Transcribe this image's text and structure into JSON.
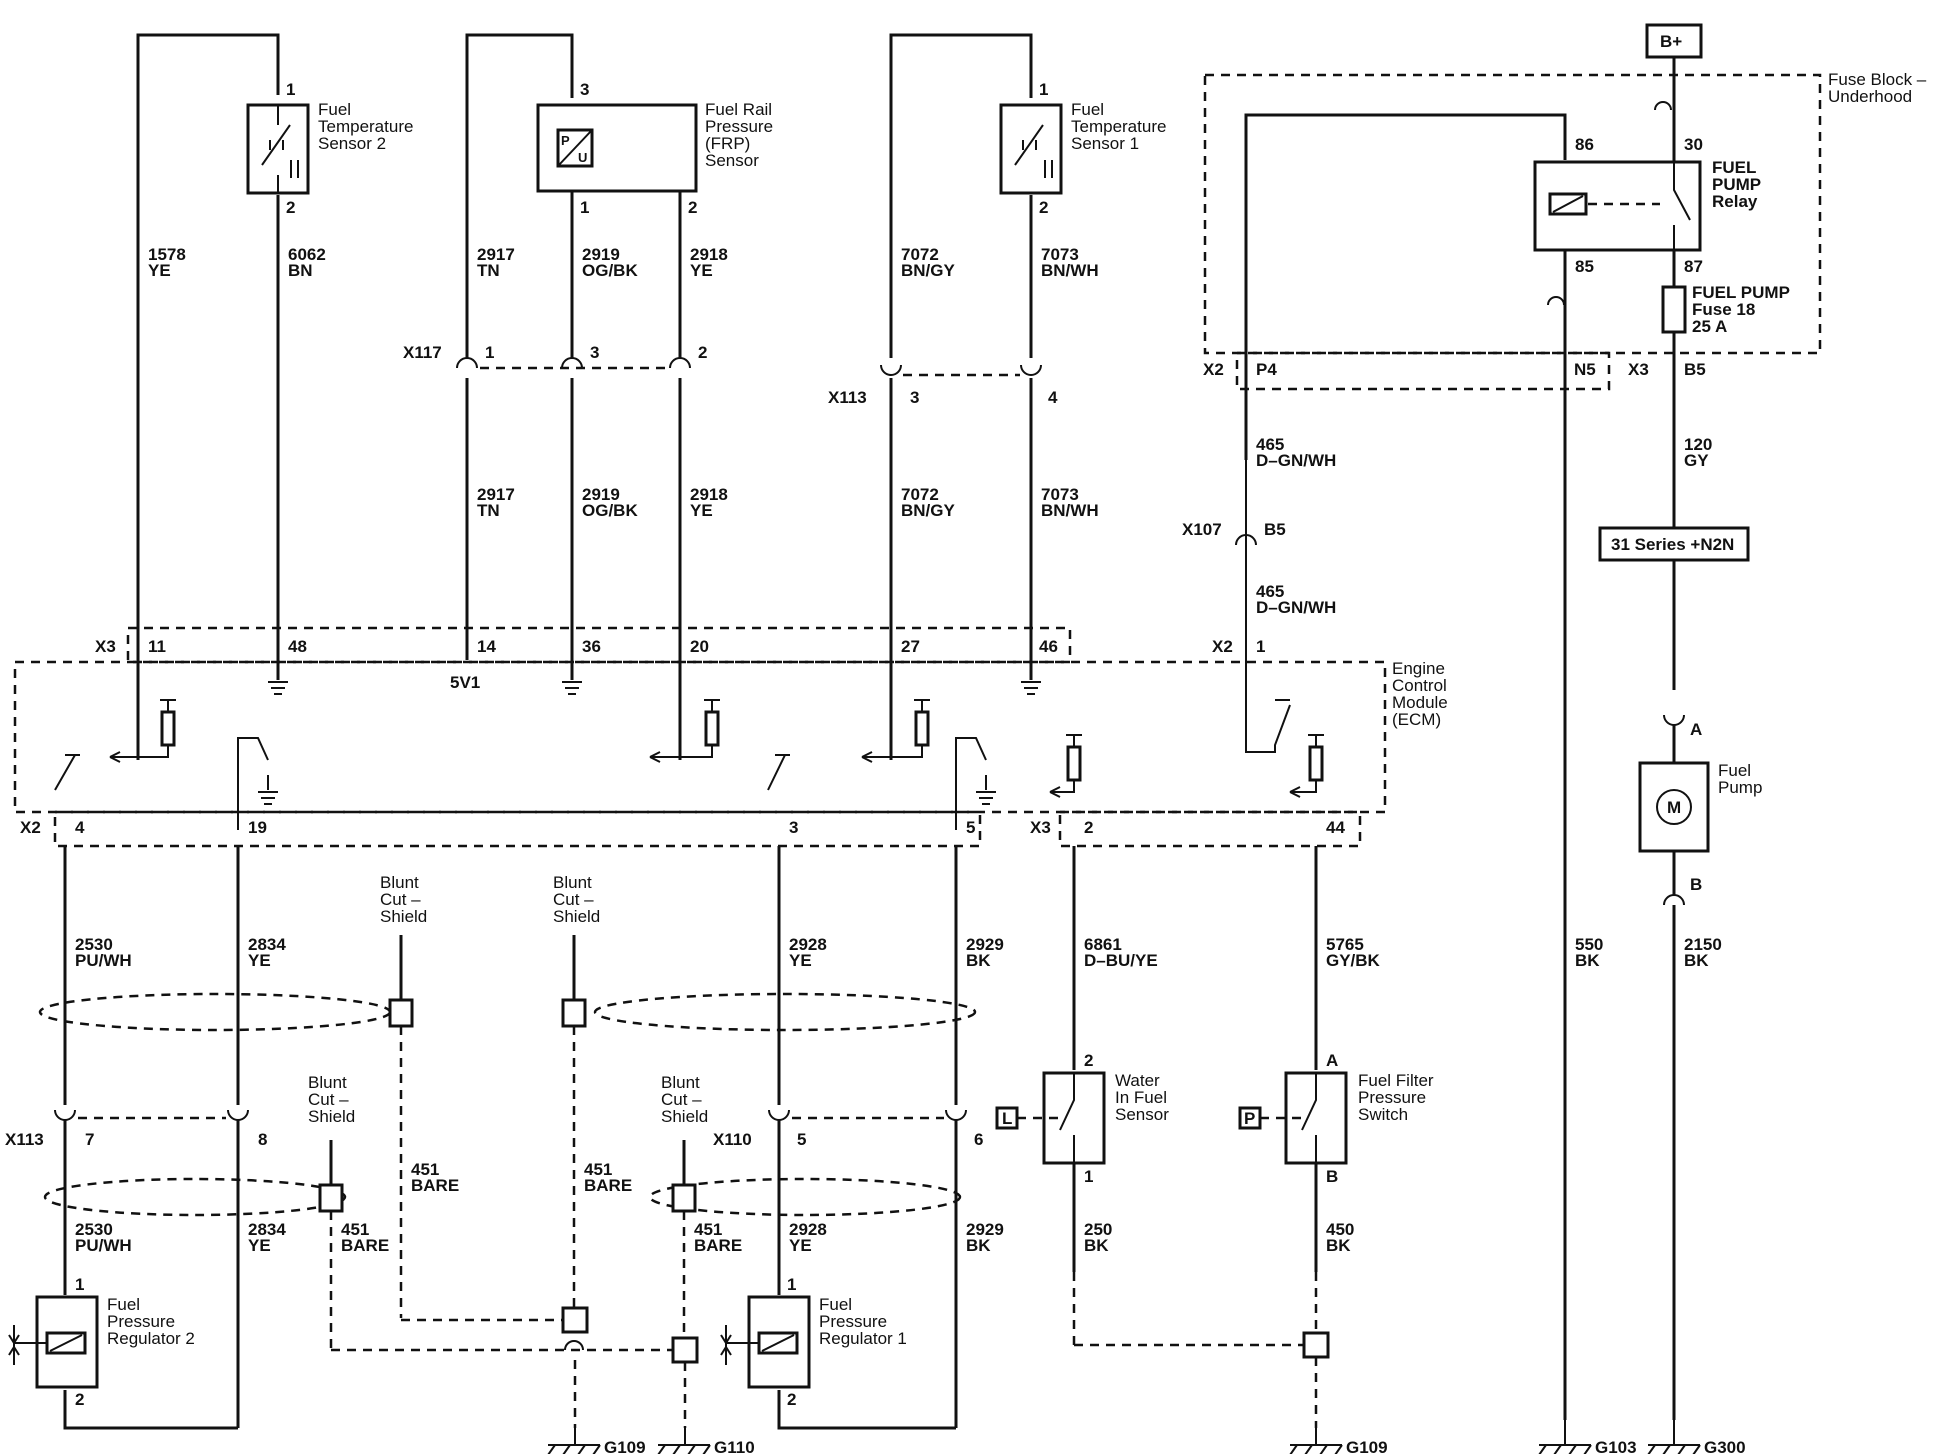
{
  "components": {
    "fts2": [
      "Fuel",
      "Temperature",
      "Sensor 2"
    ],
    "frp": [
      "Fuel Rail",
      "Pressure",
      "(FRP)",
      "Sensor"
    ],
    "fts1": [
      "Fuel",
      "Temperature",
      "Sensor 1"
    ],
    "fuse_block": [
      "Fuse Block –",
      "Underhood"
    ],
    "relay": [
      "FUEL",
      "PUMP",
      "Relay"
    ],
    "fuse": [
      "FUEL PUMP",
      "Fuse 18",
      "25 A"
    ],
    "ecm": [
      "Engine",
      "Control",
      "Module",
      "(ECM)"
    ],
    "pump": [
      "Fuel",
      "Pump"
    ],
    "wif": [
      "Water",
      "In Fuel",
      "Sensor"
    ],
    "ffps": [
      "Fuel Filter",
      "Pressure",
      "Switch"
    ],
    "fpr2": [
      "Fuel",
      "Pressure",
      "Regulator 2"
    ],
    "fpr1": [
      "Fuel",
      "Pressure",
      "Regulator 1"
    ],
    "blunt": [
      "Blunt",
      "Cut –",
      "Shield"
    ],
    "battery": "B+",
    "series": "31 Series +N2N",
    "motor": "M",
    "wif_glyph": "L",
    "ffps_glyph": "P",
    "frp_glyph_p": "P",
    "frp_glyph_u": "U",
    "ecm_5v": "5V1"
  },
  "connectors": {
    "x117": "X117",
    "x113": "X113",
    "x107": "X107",
    "x110": "X110",
    "x2": "X2",
    "x3": "X3"
  },
  "pins": {
    "p1": "1",
    "p2": "2",
    "p3": "3",
    "p4": "4",
    "p5": "5",
    "p6": "6",
    "p7": "7",
    "p8": "8",
    "p11": "11",
    "p48": "48",
    "p14": "14",
    "p36": "36",
    "p20": "20",
    "p27": "27",
    "p46": "46",
    "p19": "19",
    "p44": "44",
    "p86": "86",
    "p85": "85",
    "p30": "30",
    "p87": "87",
    "pP4": "P4",
    "pN5": "N5",
    "pB5": "B5",
    "pA": "A",
    "pB": "B"
  },
  "wires": {
    "w1578": [
      "1578",
      "YE"
    ],
    "w6062": [
      "6062",
      "BN"
    ],
    "w2917": [
      "2917",
      "TN"
    ],
    "w2919": [
      "2919",
      "OG/BK"
    ],
    "w2918": [
      "2918",
      "YE"
    ],
    "w7072": [
      "7072",
      "BN/GY"
    ],
    "w7073": [
      "7073",
      "BN/WH"
    ],
    "w465": [
      "465",
      "D–GN/WH"
    ],
    "w120": [
      "120",
      "GY"
    ],
    "w2530": [
      "2530",
      "PU/WH"
    ],
    "w2834": [
      "2834",
      "YE"
    ],
    "w2928": [
      "2928",
      "YE"
    ],
    "w2929": [
      "2929",
      "BK"
    ],
    "w6861": [
      "6861",
      "D–BU/YE"
    ],
    "w5765": [
      "5765",
      "GY/BK"
    ],
    "w550": [
      "550",
      "BK"
    ],
    "w2150": [
      "2150",
      "BK"
    ],
    "w451": [
      "451",
      "BARE"
    ],
    "w250": [
      "250",
      "BK"
    ],
    "w450": [
      "450",
      "BK"
    ]
  },
  "grounds": {
    "g109": "G109",
    "g110": "G110",
    "g103": "G103",
    "g300": "G300"
  }
}
